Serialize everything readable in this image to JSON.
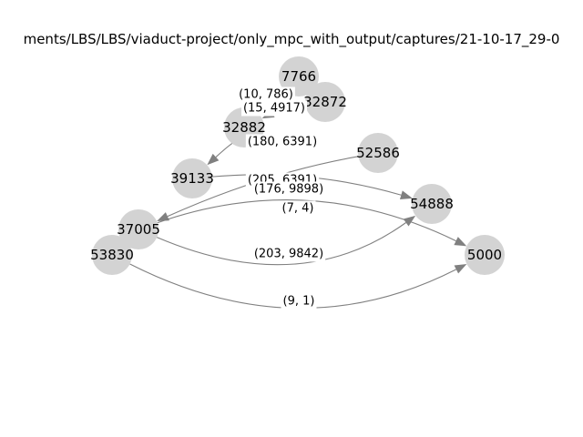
{
  "title": "ments/LBS/LBS/viaduct-project/only_mpc_with_output/captures/21-10-17_29-0",
  "graph": {
    "colors": {
      "node": "#d3d3d3",
      "edge": "#808080"
    },
    "nodes": [
      {
        "id": "7766",
        "label": "7766"
      },
      {
        "id": "32872",
        "label": "32872"
      },
      {
        "id": "32882",
        "label": "32882"
      },
      {
        "id": "52586",
        "label": "52586"
      },
      {
        "id": "39133",
        "label": "39133"
      },
      {
        "id": "54888",
        "label": "54888"
      },
      {
        "id": "37005",
        "label": "37005"
      },
      {
        "id": "53830",
        "label": "53830"
      },
      {
        "id": "5000",
        "label": "5000"
      }
    ],
    "edges": [
      {
        "from": "7766",
        "to": "32872",
        "label": "(10, 786)"
      },
      {
        "from": "32872",
        "to": "32882",
        "label": "(15, 4917)"
      },
      {
        "from": "32882",
        "to": "39133",
        "label": "(180, 6391)"
      },
      {
        "from": "52586",
        "to": "37005",
        "label": "(205, 6391)"
      },
      {
        "from": "39133",
        "to": "54888",
        "label": "(176, 9898)"
      },
      {
        "from": "37005",
        "to": "5000",
        "label": "(7, 4)"
      },
      {
        "from": "37005",
        "to": "54888",
        "label": "(203, 9842)"
      },
      {
        "from": "53830",
        "to": "5000",
        "label": "(9, 1)"
      }
    ]
  }
}
